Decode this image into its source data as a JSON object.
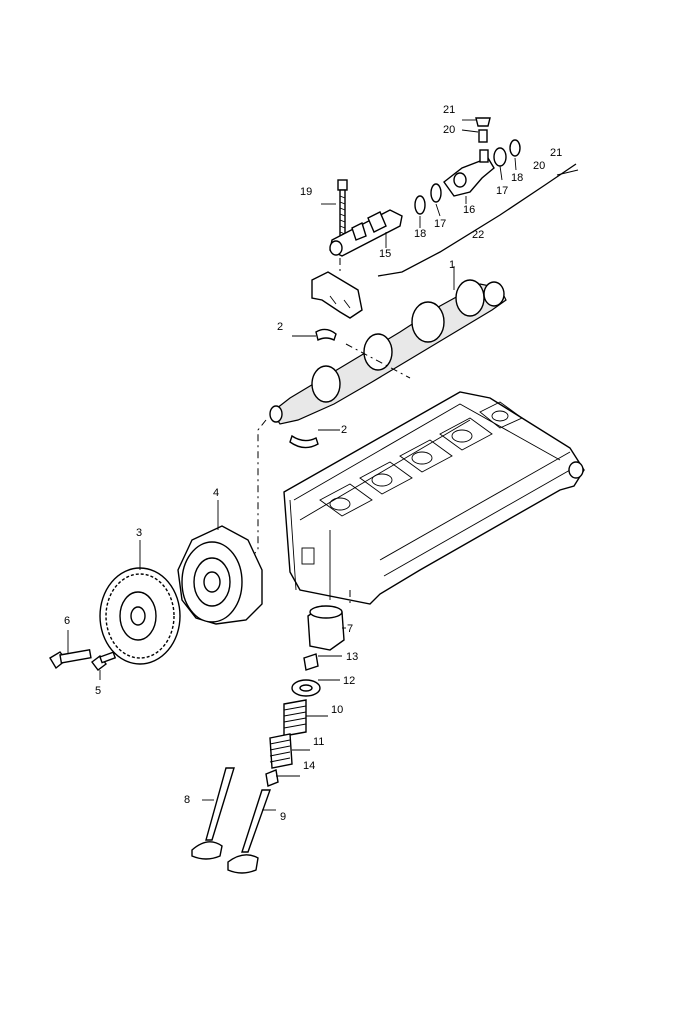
{
  "callouts": {
    "c1": "1",
    "c2a": "2",
    "c2b": "2",
    "c3": "3",
    "c4": "4",
    "c5": "5",
    "c6": "6",
    "c7": "7",
    "c8": "8",
    "c9": "9",
    "c10": "10",
    "c11": "11",
    "c12": "12",
    "c13": "13",
    "c14": "14",
    "c15": "15",
    "c16": "16",
    "c17a": "17",
    "c17b": "17",
    "c18a": "18",
    "c18b": "18",
    "c19": "19",
    "c20a": "20",
    "c20b": "20",
    "c21a": "21",
    "c21b": "21",
    "c22": "22"
  }
}
